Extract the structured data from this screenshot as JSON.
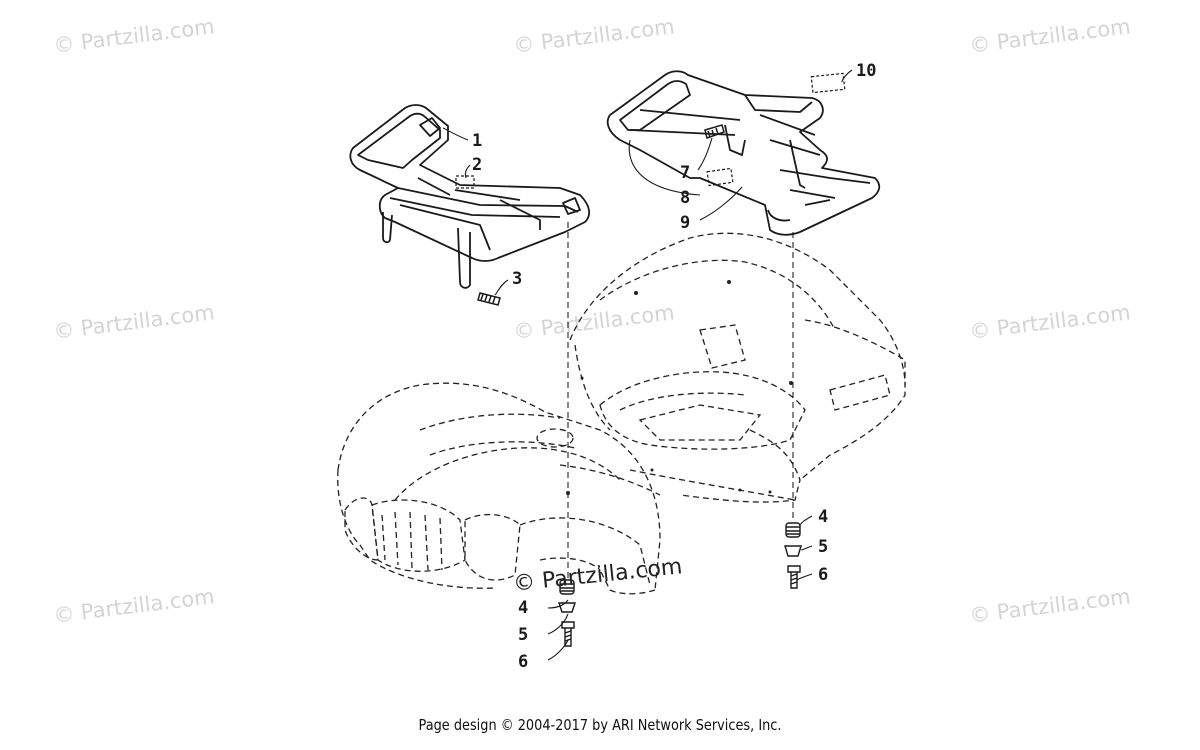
{
  "watermark": "© Partzilla.com",
  "center_watermark": "© Partzilla.com",
  "footer": "Page design © 2004-2017 by ARI Network Services, Inc.",
  "callouts": {
    "c1": "1",
    "c2": "2",
    "c3": "3",
    "c4a": "4",
    "c5a": "5",
    "c6a": "6",
    "c4b": "4",
    "c5b": "5",
    "c6b": "6",
    "c7": "7",
    "c8": "8",
    "c9": "9",
    "c10": "10"
  }
}
